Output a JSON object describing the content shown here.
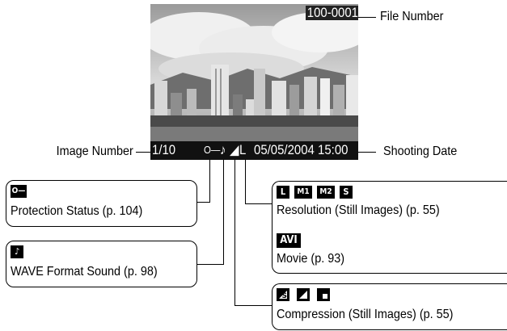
{
  "screen": {
    "file_number": "100-0001",
    "image_number": "1/10",
    "date_time": "05/05/2004 15:00",
    "protect_symbol": "O—",
    "sound_symbol": "♪",
    "compression_symbol": "◢",
    "resolution_symbol": "L"
  },
  "callouts": {
    "file_number": "File Number",
    "image_number": "Image Number",
    "shooting_date": "Shooting Date"
  },
  "boxes": {
    "protection": {
      "icon": "O—",
      "text": "Protection Status (p. 104)"
    },
    "wave": {
      "icon": "♪",
      "text": "WAVE Format Sound (p. 98)"
    },
    "resolution": {
      "icons": [
        "L",
        "M1",
        "M2",
        "S"
      ],
      "text": "Resolution (Still Images) (p. 55)",
      "movie_icon": "AVI",
      "movie_text": "Movie (p. 93)"
    },
    "compression": {
      "icons": [
        "superfine-icon",
        "fine-icon",
        "normal-icon"
      ],
      "text": "Compression (Still Images) (p. 55)"
    }
  }
}
